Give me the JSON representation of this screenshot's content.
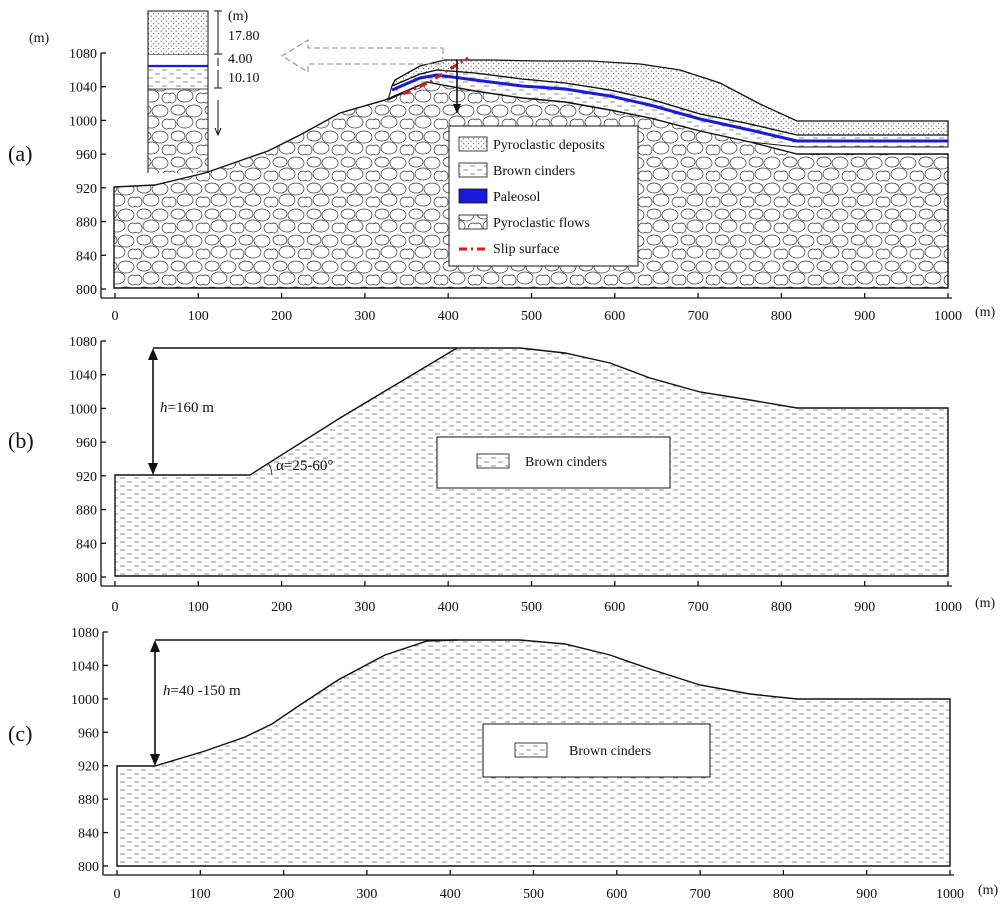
{
  "axis": {
    "x_ticks": [
      "0",
      "100",
      "200",
      "300",
      "400",
      "500",
      "600",
      "700",
      "800",
      "900",
      "1000"
    ],
    "y_ticks": [
      "800",
      "840",
      "880",
      "920",
      "960",
      "1000",
      "1040",
      "1080"
    ],
    "unit_x": "(m)"
  },
  "panels": [
    {
      "id": "a",
      "label": "(a)",
      "y_unit": "(m)",
      "legend": [
        {
          "pattern": "pyroclastic-deposits",
          "label": "Pyroclastic deposits"
        },
        {
          "pattern": "brown-cinders",
          "label": "Brown cinders"
        },
        {
          "pattern": "paleosol",
          "label": "Paleosol"
        },
        {
          "pattern": "pyroclastic-flows",
          "label": "Pyroclastic flows"
        },
        {
          "pattern": "slip-surface",
          "label": "Slip surface"
        }
      ],
      "column": {
        "unit": "(m)",
        "thicknesses": [
          "17.80",
          "4.00",
          "10.10"
        ]
      }
    },
    {
      "id": "b",
      "label": "(b)",
      "height_label_italic": "h",
      "height_label_rest": "=160 m",
      "angle_label": "α=25-60°",
      "legend_label": "Brown cinders"
    },
    {
      "id": "c",
      "label": "(c)",
      "height_label_italic": "h",
      "height_label_rest": "=40 -150 m",
      "legend_label": "Brown cinders"
    }
  ],
  "colors": {
    "paleosol": "#1a1adc",
    "slip_surface": "#dc1a1a",
    "line": "#111111"
  }
}
